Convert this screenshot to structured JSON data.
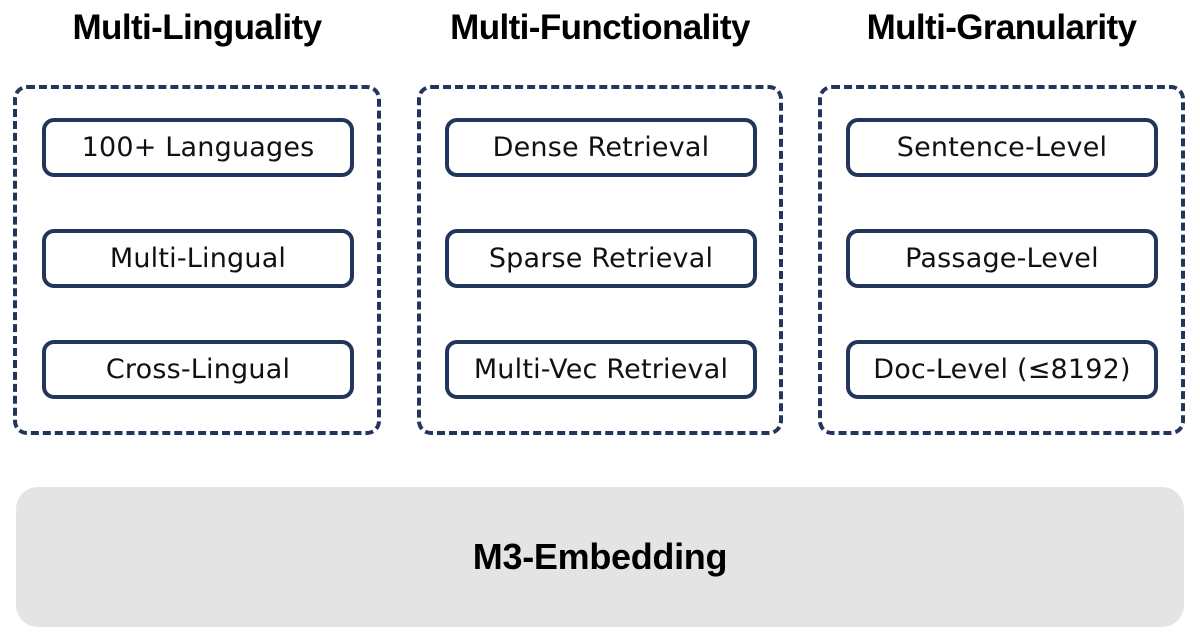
{
  "figure": {
    "background_color": "#FFFFFF",
    "accent_color": "#22365C",
    "banner_color": "#E4E4E4",
    "text_color": "#000000"
  },
  "columns": [
    {
      "id": "multi-linguality",
      "title": "Multi-Linguality",
      "items": [
        {
          "label": "100+ Languages"
        },
        {
          "label": "Multi-Lingual"
        },
        {
          "label": "Cross-Lingual"
        }
      ]
    },
    {
      "id": "multi-functionality",
      "title": "Multi-Functionality",
      "items": [
        {
          "label": "Dense Retrieval"
        },
        {
          "label": "Sparse Retrieval"
        },
        {
          "label": "Multi-Vec Retrieval"
        }
      ]
    },
    {
      "id": "multi-granularity",
      "title": "Multi-Granularity",
      "items": [
        {
          "label": "Sentence-Level"
        },
        {
          "label": "Passage-Level"
        },
        {
          "label": "Doc-Level (≤8192)"
        }
      ]
    }
  ],
  "banner": {
    "label": "M3-Embedding"
  }
}
